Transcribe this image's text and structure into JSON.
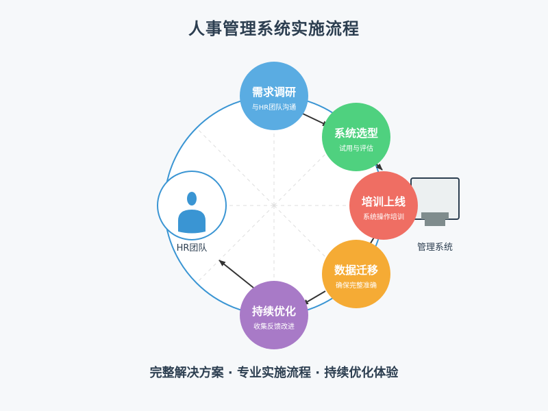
{
  "title": "人事管理系统实施流程",
  "footer": "完整解决方案 · 专业实施流程 · 持续优化体验",
  "colors": {
    "ring": "#3a95d3",
    "hr_icon": "#3a95d3",
    "arrow": "#333333",
    "monitor_screen": "#ecf0f1",
    "monitor_frame": "#2c3e50",
    "monitor_stand": "#7f8c8d"
  },
  "steps": [
    {
      "title": "需求调研",
      "subtitle": "与HR团队沟通",
      "color": "#5aace2"
    },
    {
      "title": "系统选型",
      "subtitle": "试用与评估",
      "color": "#4fd17f"
    },
    {
      "title": "培训上线",
      "subtitle": "系统操作培训",
      "color": "#ef6e63"
    },
    {
      "title": "数据迁移",
      "subtitle": "确保完整准确",
      "color": "#f5ab35"
    },
    {
      "title": "持续优化",
      "subtitle": "收集反馈改进",
      "color": "#a87ac7"
    }
  ],
  "hr_team": {
    "label": "HR团队",
    "icon": "person-icon"
  },
  "system": {
    "label": "管理系统",
    "icon": "monitor-icon"
  }
}
